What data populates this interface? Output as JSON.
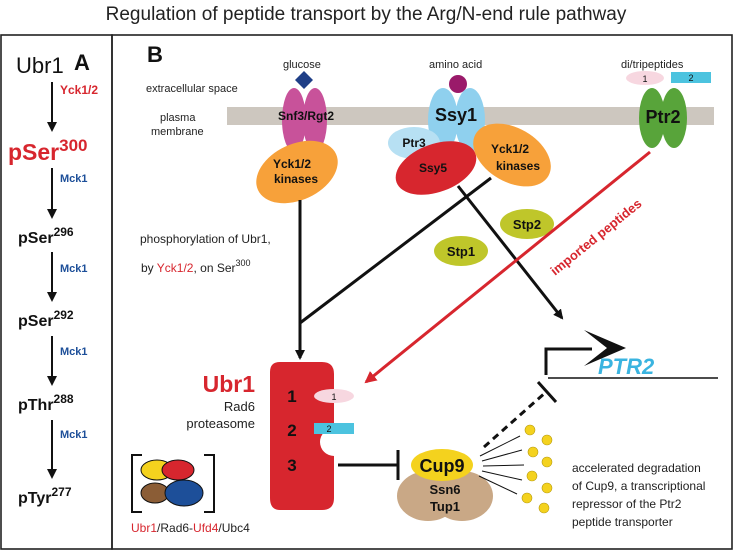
{
  "title": "Regulation of peptide transport by the Arg/N-end rule pathway",
  "colors": {
    "red": "#d7262e",
    "blue": "#1d4f99",
    "orange": "#f7a13a",
    "magenta": "#c8529a",
    "light_blue": "#8fd0ee",
    "green": "#58a43a",
    "olive": "#bfc62a",
    "tan": "#c9a886",
    "membrane": "#cdc7bf",
    "cyan_text": "#3ab4e0",
    "yellow": "#f4d21e",
    "pink": "#f7d7e0",
    "cyan_box": "#4cc3df",
    "navy_glucose": "#1f3f87",
    "aa_purple": "#9a1a6a"
  },
  "panel_a": {
    "label": "A",
    "start": "Ubr1",
    "steps": [
      {
        "kinase": "Yck1/2",
        "site": "pSer",
        "num": "300"
      },
      {
        "kinase": "Mck1",
        "site": "pSer",
        "num": "296"
      },
      {
        "kinase": "Mck1",
        "site": "pSer",
        "num": "292"
      },
      {
        "kinase": "Mck1",
        "site": "pThr",
        "num": "288"
      },
      {
        "kinase": "Mck1",
        "site": "pTyr",
        "num": "277"
      }
    ]
  },
  "panel_b": {
    "label": "B",
    "extracellular": "extracellular space",
    "plasma_1": "plasma",
    "plasma_2": "membrane",
    "glucose": "glucose",
    "amino_acid": "amino acid",
    "di_tri": "di/tripeptides",
    "pep1": "1",
    "pep2": "2",
    "snf3": "Snf3/Rgt2",
    "yck_a1": "Yck1/2",
    "yck_a2": "kinases",
    "ssy1": "Ssy1",
    "ptr3": "Ptr3",
    "ssy5": "Ssy5",
    "yck_b1": "Yck1/2",
    "yck_b2": "kinases",
    "ptr2": "Ptr2",
    "imported": "imported peptides",
    "stp2": "Stp2",
    "stp1": "Stp1",
    "phos_1": "phosphorylation of Ubr1,",
    "phos_by": "by ",
    "phos_yck": "Yck1/2",
    "phos_on": ", on Ser",
    "phos_sup": "300",
    "ptr2_gene": "PTR2",
    "ubr1": "Ubr1",
    "rad6": "Rad6",
    "proteasome": "proteasome",
    "site1": "1",
    "site2": "2",
    "site3": "3",
    "cup9": "Cup9",
    "ssn6": "Ssn6",
    "tup1": "Tup1",
    "acc_1": "accelerated degradation",
    "acc_2": "of Cup9, a transcriptional",
    "acc_3": "repressor of the Ptr2",
    "acc_4": "peptide transporter",
    "complex_ubr1": "Ubr1",
    "complex_sep1": "/Rad6-",
    "complex_ufd4": "Ufd4",
    "complex_sep2": "/Ubc4"
  }
}
